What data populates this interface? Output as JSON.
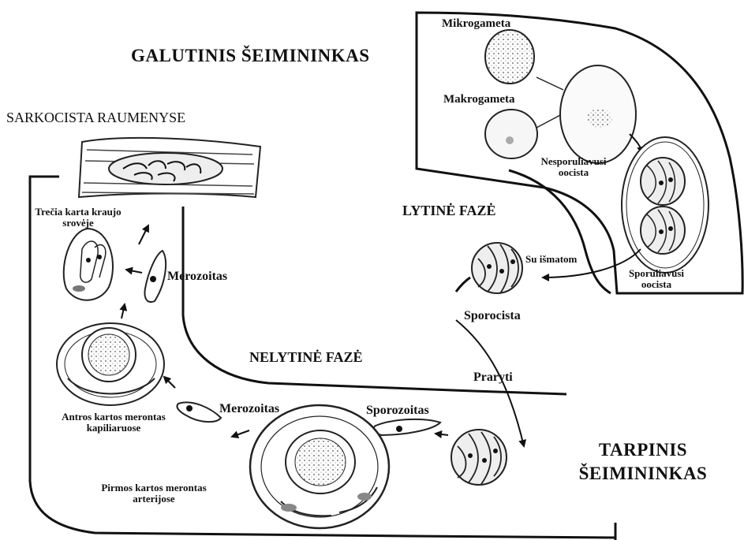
{
  "title_definitive_host": "GALUTINIS ŠEIMININKAS",
  "title_intermediate_host_line1": "TARPINIS",
  "title_intermediate_host_line2": "ŠEIMININKAS",
  "label_sarcocyst": "SARKOCISTA RAUMENYSE",
  "label_sexual_phase": "LYTINĖ FAZĖ",
  "label_asexual_phase": "NELYTINĖ FAZĖ",
  "label_microgamete": "Mikrogameta",
  "label_macrogamete": "Makrogameta",
  "label_unsporulated_line1": "Nesporuliavusi",
  "label_unsporulated_line2": "oocista",
  "label_sporulated_line1": "Sporuliavusi",
  "label_sporulated_line2": "oocista",
  "label_with_feces": "Su išmatom",
  "label_sporocyst": "Sporocista",
  "label_swallowed": "Praryti",
  "label_sporozoite": "Sporozoitas",
  "label_merozoite_bottom": "Merozoitas",
  "label_merozoite_left": "Merozoitas",
  "label_third_gen_line1": "Trečia karta kraujo",
  "label_third_gen_line2": "srovėje",
  "label_second_gen_line1": "Antros kartos merontas",
  "label_second_gen_line2": "kapiliaruose",
  "label_first_gen_line1": "Pirmos kartos merontas",
  "label_first_gen_line2": "arterijose"
}
